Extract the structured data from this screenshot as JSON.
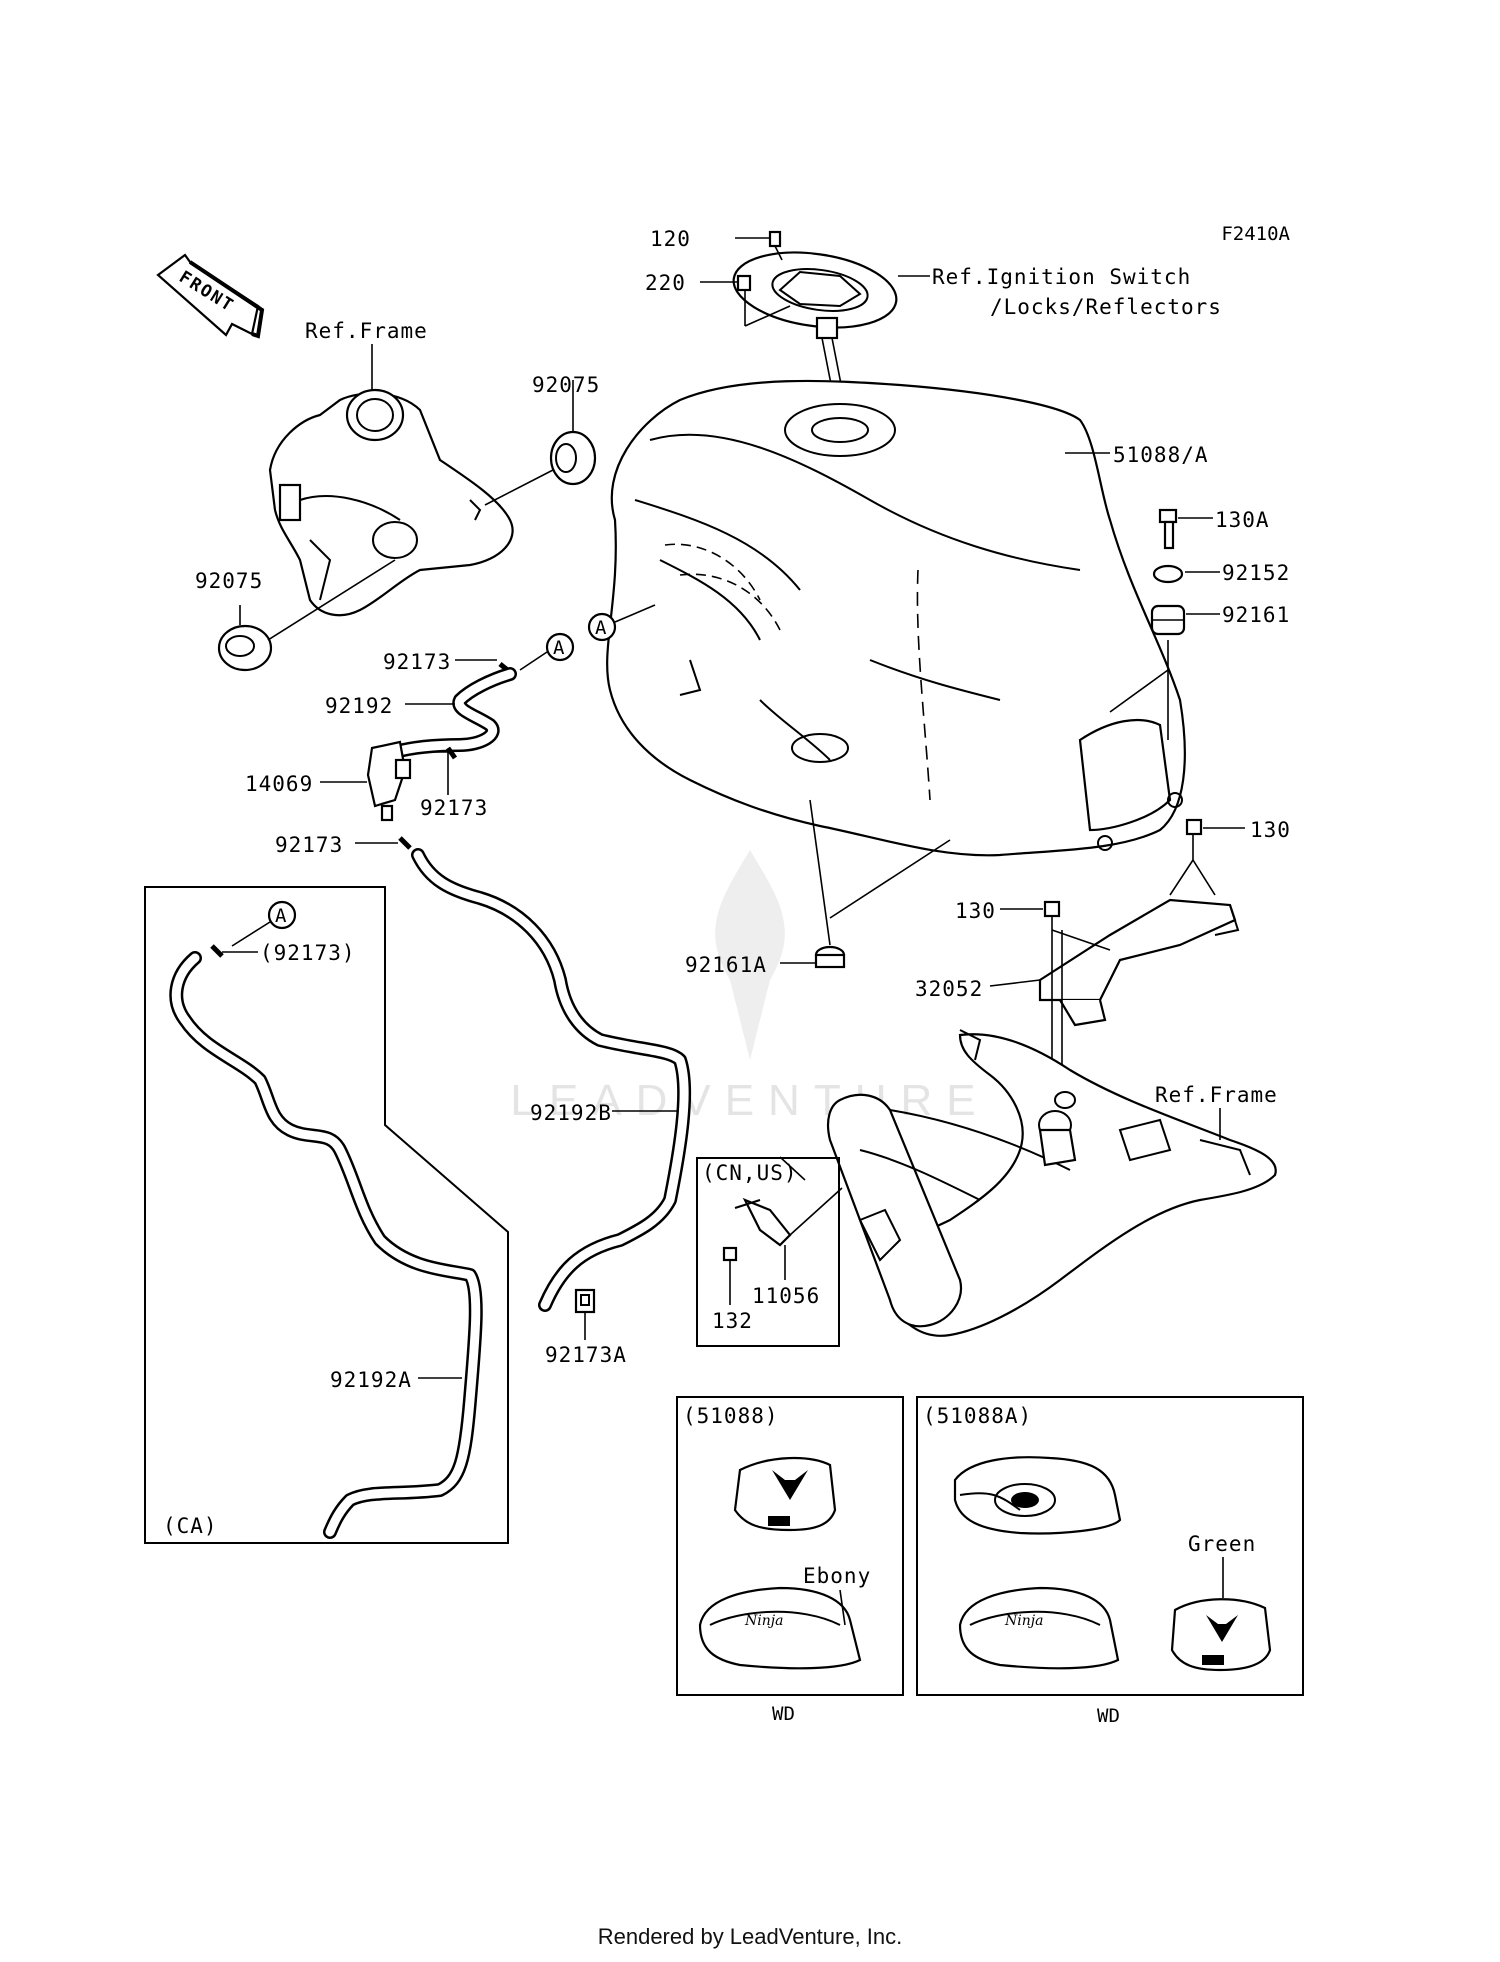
{
  "diagram_code": "F2410A",
  "front_label": "FRONT",
  "footer": "Rendered by LeadVenture, Inc.",
  "watermark": "LEADVENTURE",
  "callouts": {
    "c120": "120",
    "c220": "220",
    "ref_ignition_1": "Ref.Ignition Switch",
    "ref_ignition_2": "/Locks/Reflectors",
    "ref_frame_top": "Ref.Frame",
    "c92075_top": "92075",
    "c92075_left": "92075",
    "c51088": "51088/A",
    "c130A": "130A",
    "c92152": "92152",
    "c92161": "92161",
    "c92173_a": "92173",
    "c92192": "92192",
    "c14069": "14069",
    "c92173_b": "92173",
    "c92173_c": "92173",
    "c130_right": "130",
    "c130_mid": "130",
    "c32052": "32052",
    "c92161A": "92161A",
    "c92173_paren": "(92173)",
    "c92192B": "92192B",
    "ref_frame_right": "Ref.Frame",
    "c92192A": "92192A",
    "c92173A": "92173A",
    "c132": "132",
    "c11056": "11056",
    "ref_A": "A"
  },
  "boxes": {
    "ca_label": "(CA)",
    "cnus_label": "(CN,US)",
    "box51088_label": "(51088)",
    "box51088A_label": "(51088A)",
    "ebony": "Ebony",
    "green": "Green",
    "wd_left": "WD",
    "wd_right": "WD"
  }
}
